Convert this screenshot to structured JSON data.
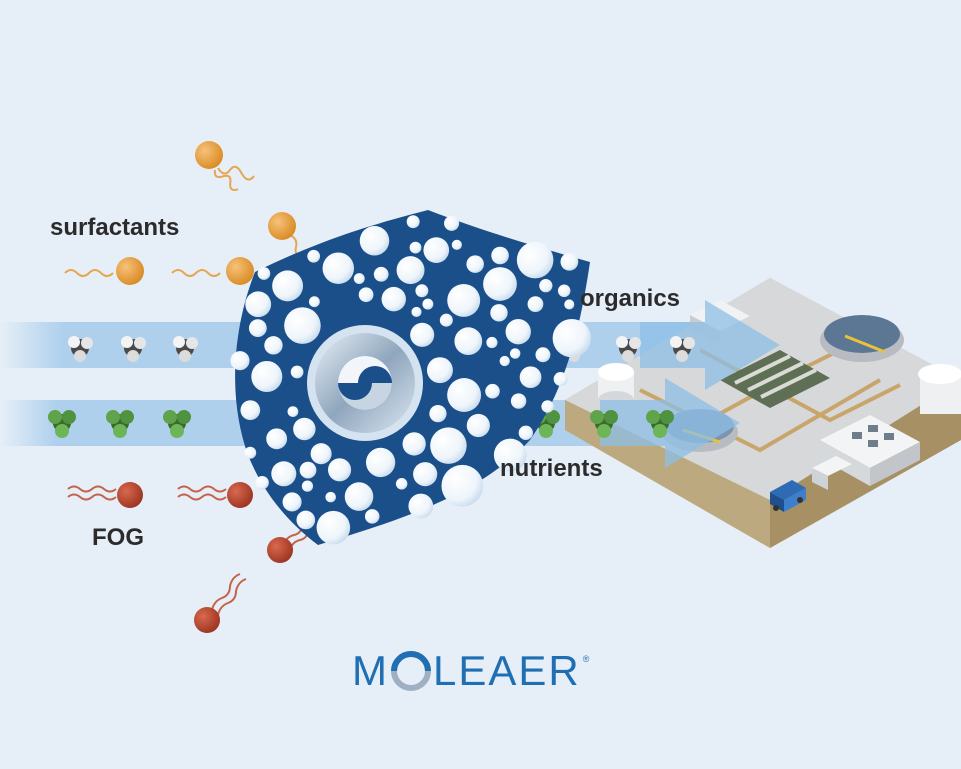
{
  "labels": {
    "surfactants": "surfactants",
    "fog": "FOG",
    "organics": "organics",
    "nutrients": "nutrients"
  },
  "brand": {
    "name_start": "M",
    "name_end": "LEAER",
    "registered": "®",
    "color": "#1f6fb2"
  },
  "colors": {
    "background": "#e6eff7",
    "shield": "#1a4f8a",
    "stream": "#a9cdec",
    "surfactant": "#e8a03a",
    "fog": "#b9452c",
    "nutrient": "#3f8a34",
    "organic": "#d9d9d9"
  },
  "icons": {
    "shield": "nanobubble-shield-icon",
    "plant": "wastewater-treatment-plant-icon",
    "truck": "truck-icon"
  }
}
